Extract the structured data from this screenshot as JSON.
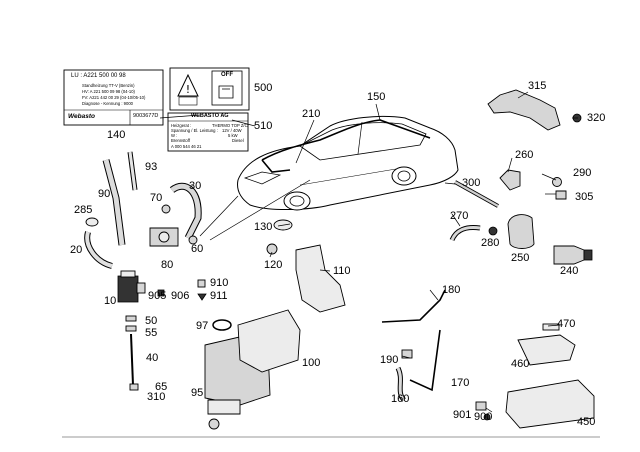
{
  "labels": {
    "l10": "10",
    "l20": "20",
    "l30": "30",
    "l40": "40",
    "l50": "50",
    "l55": "55",
    "l60": "60",
    "l65": "65",
    "l70": "70",
    "l80": "80",
    "l90": "90",
    "l93": "93",
    "l95": "95",
    "l97": "97",
    "l100": "100",
    "l110": "110",
    "l120": "120",
    "l130": "130",
    "l140": "140",
    "l150": "150",
    "l160": "160",
    "l170": "170",
    "l180": "180",
    "l190": "190",
    "l210": "210",
    "l240": "240",
    "l250": "250",
    "l260": "260",
    "l270": "270",
    "l280": "280",
    "l285": "285",
    "l290": "290",
    "l300": "300",
    "l305": "305",
    "l310": "310",
    "l315": "315",
    "l320": "320",
    "l450": "450",
    "l460": "460",
    "l470": "470",
    "l500": "500",
    "l510": "510",
    "l900": "900",
    "l901": "901",
    "l905": "905",
    "l906": "906",
    "l910": "910",
    "l911": "911"
  },
  "label_card": {
    "line1": "LU :    A221 500 00 98",
    "line2": "Standheizung TT-V (Benzin)",
    "line3": "HV:  A 221 500 09 98  (04-10)",
    "line4": "FV:  A221 442 00 29 (04-10/05-10)",
    "line5": "Diagnose - Kennung :  9000",
    "brand": "Webasto",
    "code": "9003677D"
  },
  "warning_card": {
    "off": "OFF"
  },
  "type_plate": {
    "brand": "WEBASTO AG",
    "row1_left": "Heizgerat :",
    "row1_right": "THERMO TOP Z/C",
    "row2_left": "Spannung / El. Leistung :",
    "row2_right": "12V / 40W",
    "row3_left": "W : ",
    "row3_right": "5 kW",
    "row4_left": "Brennstoff",
    "row4_right": "Diesel",
    "part_no": "A 000 544 46 21"
  }
}
